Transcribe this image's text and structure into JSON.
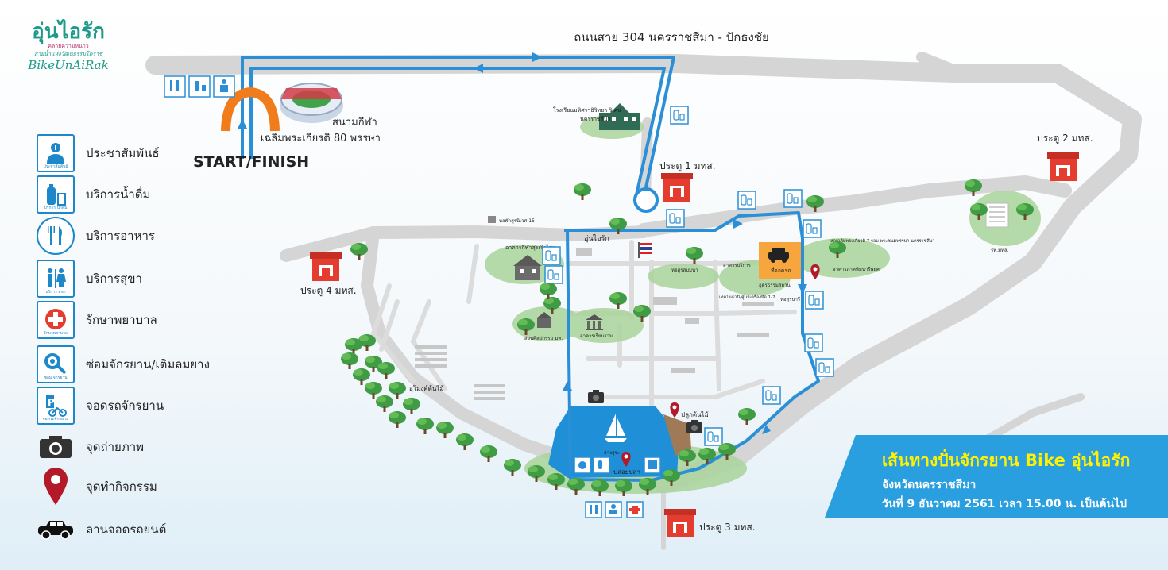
{
  "logo": {
    "title": "อุ่นไอรัก",
    "subtitle": "คลายความหนาว",
    "tagline": "สายน้ำแห่งวัฒนธรรมโคราช",
    "name": "BikeUnAiRak"
  },
  "legend": [
    {
      "icon": "info-person-icon",
      "label": "ประชาสัมพันธ์",
      "mini": "ประชาสัมพันธ์"
    },
    {
      "icon": "water-bottle-icon",
      "label": "บริการน้ำดื่ม",
      "mini": "บริการ น้ำดื่ม"
    },
    {
      "icon": "fork-knife-icon",
      "label": "บริการอาหาร",
      "mini": ""
    },
    {
      "icon": "restroom-icon",
      "label": "บริการสุขา",
      "mini": "บริการ สุขา"
    },
    {
      "icon": "first-aid-icon",
      "label": "รักษาพยาบาล",
      "mini": "รักษาพยาบาล"
    },
    {
      "icon": "wrench-gear-icon",
      "label": "ซ่อมจักรยาน/เติมลมยาง",
      "mini": "ซ่อม จักรยาน"
    },
    {
      "icon": "bicycle-parking-icon",
      "label": "จอดรถจักรยาน",
      "mini": "จอดรถจักรยาน"
    },
    {
      "icon": "camera-icon",
      "label": "จุดถ่ายภาพ",
      "mini": ""
    },
    {
      "icon": "map-pin-icon",
      "label": "จุดทำกิจกรรม",
      "mini": ""
    },
    {
      "icon": "car-icon",
      "label": "ลานจอดรถยนต์",
      "mini": ""
    }
  ],
  "map": {
    "highway_label": "ถนนสาย 304 นครราชสีมา - ปักธงชัย",
    "start_finish": "START/FINISH",
    "stadium_line1": "สนามกีฬา",
    "stadium_line2": "เฉลิมพระเกียรติ 80 พรรษา",
    "school_line1": "โรงเรียนมหิศราธิวิทยา วิเศษ",
    "school_line2": "นครราชสีมา",
    "gate1": "ประตู 1 มทส.",
    "gate2": "ประตู 2 มทส.",
    "gate3": "ประตู 3 มทส.",
    "gate4": "ประตู 4 มทส.",
    "roundabout_label": "อุ่นไอรัก",
    "dorm_label": "หอพักสุรนิเวศ 15",
    "sports_building": "อาคารกีฬาสุรเริงไชย",
    "museum": "ส่วนศิลปกรรม มท.",
    "lecture_building": "อาคารเรียนรวม",
    "park_label": "อุโมงค์ต้นไม้",
    "planting_label": "ปลูกต้นไม้",
    "fish_label": "ปล่อยปลา",
    "lake_label": "อ่างสุระ",
    "car_park_label": "ที่จอดรถ",
    "hall_label": "หอสุรสมมนา",
    "library_label": "อาคารบริการ",
    "library_label2": "เทคโนธานี/ศูนย์เครื่องมือ 1-2",
    "admin_label": "หอสุรสมมนา",
    "alumni_label": "หอสุรนารี",
    "king_label": "หอเฉลิมพระเกียรติ 7 รอบ พระชนมพรรษา นครราชสีมา",
    "univ_label": "อาคารภาคพิมนารีพยศ",
    "hospital_label": "รพ.มทส.",
    "monument_label": "อุดรธรรมสถาน"
  },
  "banner": {
    "title": "เส้นทางปั่นจักรยาน Bike อุ่นไอรัก",
    "province": "จังหวัดนครราชสีมา",
    "date": "วันที่ 9 ธันวาคม 2561 เวลา 15.00 น. เป็นต้นไป"
  },
  "colors": {
    "route": "#2a8fd6",
    "road": "#d6d6d6",
    "gate_red": "#e43d2f",
    "start_red": "#c6262e",
    "arch_orange": "#f07c1b",
    "lake": "#1f8fd8",
    "tree": "#48a84a",
    "banner_blue": "#2a9fe0",
    "banner_yellow": "#fff200"
  }
}
